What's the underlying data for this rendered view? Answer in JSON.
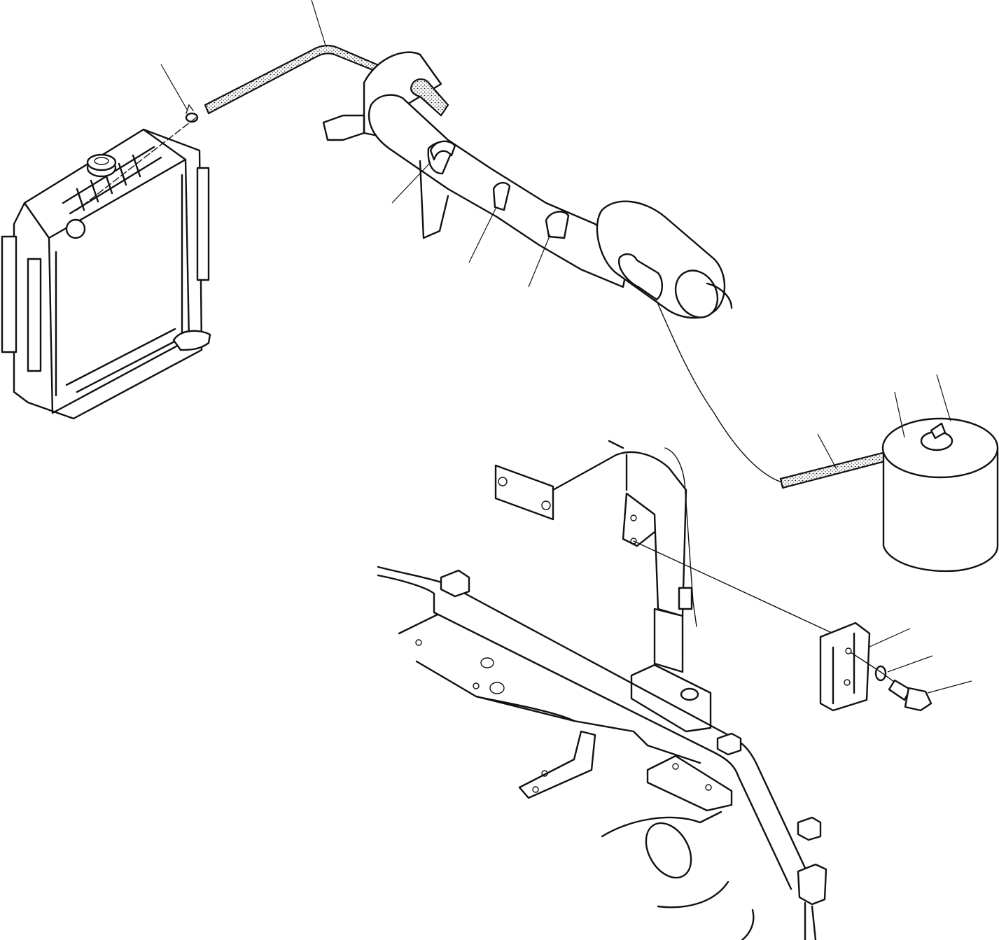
{
  "diagram": {
    "parts": [
      "radiator",
      "overflow-hose-upper",
      "hose-clip",
      "air-intake-duct",
      "duct-clamp",
      "air-cleaner",
      "overflow-hose-lower",
      "reserve-tank",
      "tank-cap",
      "tank-bracket",
      "washer",
      "bolt",
      "support-stand",
      "frame"
    ],
    "leader_count": 11
  }
}
